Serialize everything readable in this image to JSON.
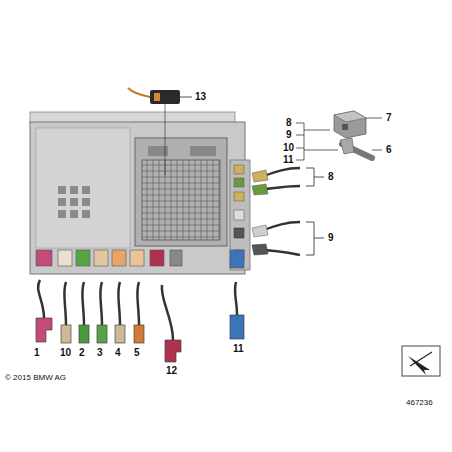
{
  "diagram": {
    "labels": [
      "13",
      "8",
      "7",
      "9",
      "10",
      "6",
      "11",
      "8",
      "9",
      "1",
      "10",
      "2",
      "3",
      "4",
      "5",
      "11",
      "12",
      "© 2015 BMW AG",
      "467236"
    ]
  }
}
